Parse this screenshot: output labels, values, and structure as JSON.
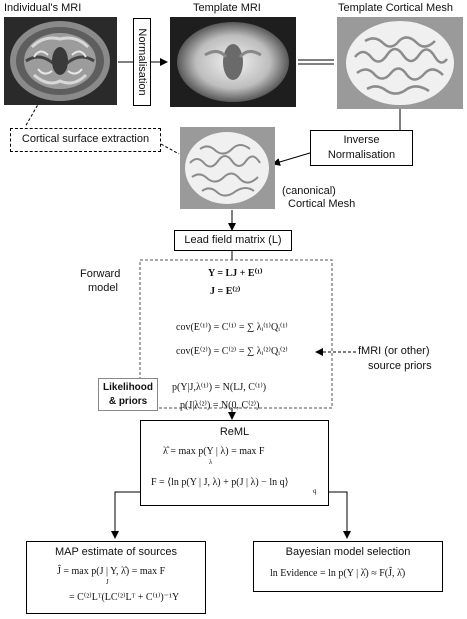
{
  "top_labels": {
    "individual_mri": "Individual's MRI",
    "template_mri": "Template MRI",
    "template_mesh": "Template Cortical Mesh"
  },
  "normalisation": "Normalisation",
  "cortical_extraction": "Cortical surface extraction",
  "inverse_normalisation": [
    "Inverse",
    "Normalisation"
  ],
  "canonical_mesh": [
    "(canonical)",
    "Cortical Mesh"
  ],
  "lead_field": "Lead field matrix (L)",
  "forward_model": [
    "Forward",
    "model"
  ],
  "equations": {
    "y": "Y = LJ + E⁽¹⁾",
    "j": "J = E⁽²⁾",
    "cov1": "cov(E⁽¹⁾) = C⁽¹⁾ = ∑ λᵢ⁽¹⁾Qᵢ⁽¹⁾",
    "cov2": "cov(E⁽²⁾) = C⁽²⁾ = ∑ λᵢ⁽²⁾Qᵢ⁽²⁾",
    "lik1": "p(Y|J,λ⁽¹⁾) = N(LJ, C⁽¹⁾)",
    "lik2": "p(J|λ⁽²⁾) = N(0, C⁽²⁾)"
  },
  "fmri_priors": [
    "fMRI (or other)",
    "source priors"
  ],
  "likelihood": [
    "Likelihood",
    "& priors"
  ],
  "reml": {
    "title": "ReML",
    "eq1": "λ̂ = max p(Y | λ) = max F",
    "eq1_sub": "λ",
    "eq2": "F = ⟨ln p(Y | J, λ) + p(J | λ) − ln q⟩",
    "eq2_sub": "q"
  },
  "map": {
    "title": "MAP estimate of sources",
    "eq1": "Ĵ = max p(J | Y, λ̂) = max F",
    "eq1_sub": "J",
    "eq2": "= C⁽²⁾Lᵀ(LC⁽²⁾Lᵀ + C⁽¹⁾)⁻¹Y"
  },
  "bms": {
    "title": "Bayesian model selection",
    "eq": "ln Evidence = ln p(Y | λ̂) ≈ F(Ĵ, λ̂)"
  }
}
